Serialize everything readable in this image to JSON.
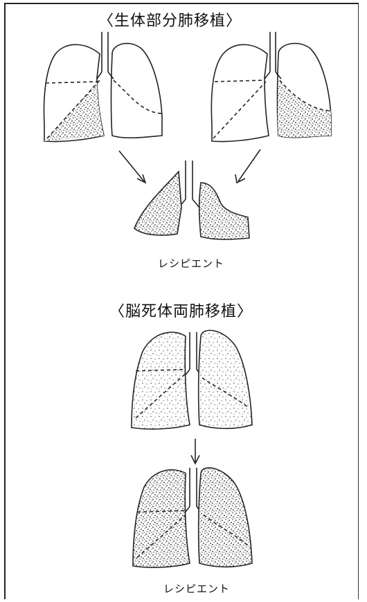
{
  "section_living": {
    "title": "〈生体部分肺移植〉",
    "recipient_label": "レシピエント"
  },
  "section_brain_dead": {
    "title": "〈脳死体両肺移植〉",
    "recipient_label": "レシピエント"
  }
}
